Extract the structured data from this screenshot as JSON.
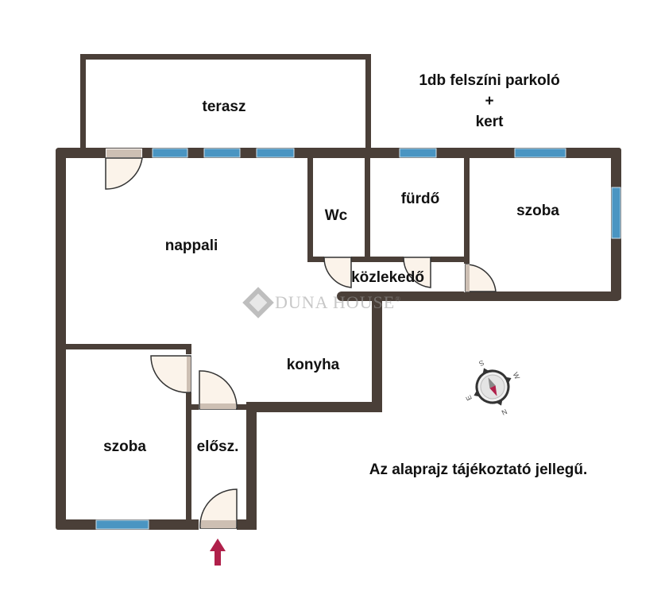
{
  "floorplan": {
    "title_note": {
      "line1": "1db felszíni parkoló",
      "line2": "+",
      "line3": "kert"
    },
    "rooms": [
      {
        "id": "terasz",
        "label": "terasz"
      },
      {
        "id": "nappali",
        "label": "nappali"
      },
      {
        "id": "wc",
        "label": "Wc"
      },
      {
        "id": "furdo",
        "label": "fürdő"
      },
      {
        "id": "szoba-1",
        "label": "szoba"
      },
      {
        "id": "kozlekedo",
        "label": "közlekedő"
      },
      {
        "id": "konyha",
        "label": "konyha"
      },
      {
        "id": "szoba-2",
        "label": "szoba"
      },
      {
        "id": "eloszoba",
        "label": "elősz."
      }
    ],
    "disclaimer": "Az alaprajz tájékoztató jellegű.",
    "watermark": {
      "brand": "DUNA HOUSE",
      "mark": "®"
    },
    "compass": {
      "labels": {
        "top": "S",
        "right": "W",
        "bottom": "N",
        "left": "E"
      }
    },
    "entrance_arrow": "entrance-arrow",
    "colors": {
      "wall": "#4a3f38",
      "window": "#4a95c2",
      "door_fill": "#fbf3ea",
      "door_threshold": "#cdbfb3",
      "arrow": "#b0204a",
      "text": "#111111"
    }
  }
}
